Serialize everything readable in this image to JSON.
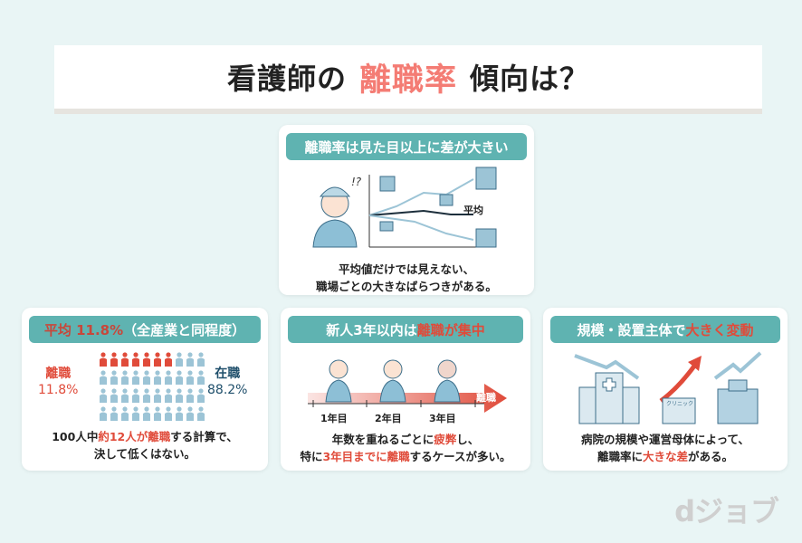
{
  "title": {
    "prefix": "看護師の",
    "highlight": "離職率",
    "suffix": "傾向は？"
  },
  "colors": {
    "background": "#e9f5f5",
    "teal": "#5fb3b1",
    "accent_red": "#e04b3a",
    "title_highlight": "#f47c74",
    "light_blue": "#9cc4d6"
  },
  "card_variance": {
    "header": "離職率は見た目以上に差が大きい",
    "chart_label": "平均",
    "caption_line1": "平均値だけでは見えない、",
    "caption_line2": "職場ごとの大きなばらつきがある。"
  },
  "card_average": {
    "header_highlight": "平均 11.8%",
    "header_rest": "（全産業と同程度）",
    "left_label": "離職",
    "left_value": "11.8%",
    "right_label": "在職",
    "right_value": "88.2%",
    "pictogram": {
      "total": 40,
      "highlighted": 7
    },
    "caption_a": "100人中",
    "caption_b": "約12人が",
    "caption_c": "離職",
    "caption_d": "する計算で、",
    "caption_line2": "決して低くはない。"
  },
  "card_newcomer": {
    "header_a": "新人3年以内は",
    "header_b": "離職が集中",
    "arrow_label": "離職",
    "years": [
      "1年目",
      "2年目",
      "3年目"
    ],
    "caption_a": "年数を重ねるごとに",
    "caption_b": "疲弊",
    "caption_c": "し、",
    "caption_d": "特に",
    "caption_e": "3年目までに",
    "caption_f": "離職",
    "caption_g": "するケースが多い。"
  },
  "card_scale": {
    "header_a": "規模・設置主体で",
    "header_b": "大きく変動",
    "clinic_sign": "クリニック",
    "caption_line1": "病院の規模や運営母体によって、",
    "caption_a": "離職率に",
    "caption_b": "大きな差",
    "caption_c": "がある。"
  },
  "watermark": "dジョブ"
}
